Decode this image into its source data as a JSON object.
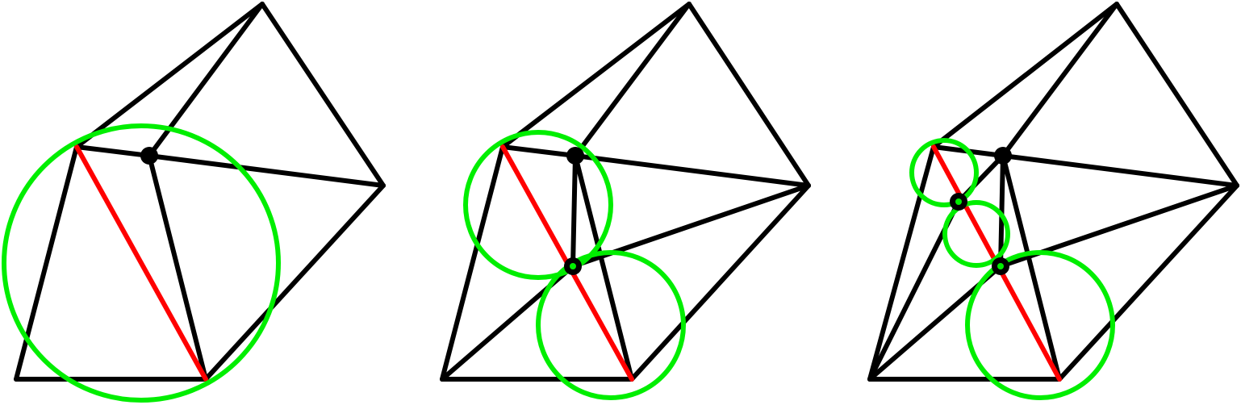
{
  "diagram": {
    "panel_count": 3,
    "panels": [
      {
        "index": 1,
        "circle_count": 1,
        "split_point_count": 0
      },
      {
        "index": 2,
        "circle_count": 2,
        "split_point_count": 1
      },
      {
        "index": 3,
        "circle_count": 3,
        "split_point_count": 2
      }
    ]
  },
  "colors": {
    "background": "#ffffff",
    "edge": "#000000",
    "segment": "#ff0000",
    "circle": "#00ee00",
    "vertex": "#000000",
    "split_point_center": "#00ee00"
  }
}
